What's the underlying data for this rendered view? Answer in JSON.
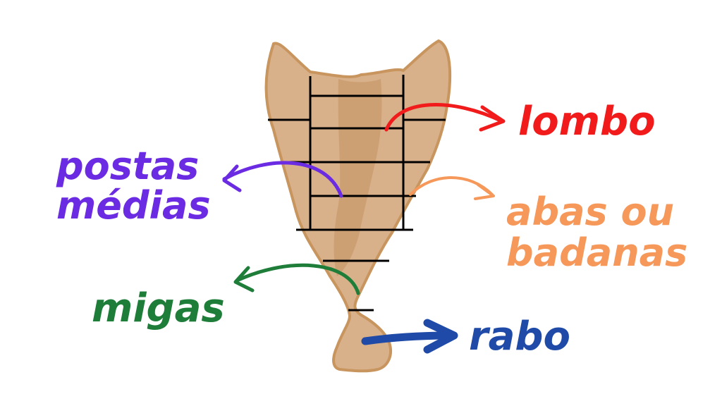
{
  "labels": {
    "lombo": {
      "text": "lombo",
      "color": "#f21b1b"
    },
    "postas": {
      "line1": "postas",
      "line2": "médias",
      "color": "#6a2be3"
    },
    "abas": {
      "line1": "abas ou",
      "line2": "badanas",
      "color": "#f5985a"
    },
    "migas": {
      "text": "migas",
      "color": "#1f7d3a"
    },
    "rabo": {
      "text": "rabo",
      "color": "#1f4aa8"
    }
  },
  "colors": {
    "fish_body": "#d8b08a",
    "fish_outline": "#c8955e",
    "fish_center": "#c89a6a",
    "cut_lines": "#000000"
  }
}
